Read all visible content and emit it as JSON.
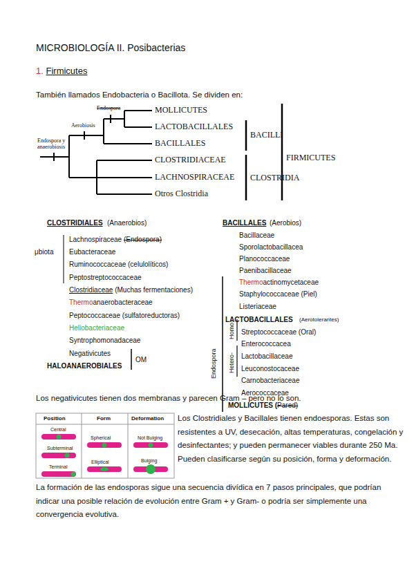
{
  "diagram": {
    "title": "MICROBIOLOGÍA II. Posibacterias",
    "labels": [
      "1. Firmicutes",
      "También llamados Endobacteria o Bacillota. Se dividen en:",
      "Endospora",
      "Aerobiosis",
      "Endospora y anaerobiosis",
      "MOLLICUTES",
      "LACTOBACILLALES",
      "BACILLALES",
      "CLOSTRIDIACEAE",
      "LACHNOSPIRACEAE",
      "Otros Clostridia",
      "BACILLI",
      "CLOSTRIDIA",
      "FIRMICUTES",
      "CLOSTRIDIALES",
      "(Anaerobios)",
      "μbiota",
      "Lachnospiraceae (Endospora)",
      "Eubacteraceae",
      "Ruminococcaceae (celulolíticos)",
      "Peptostreptococcaceae",
      "Clostridiaceae (Muchas fermentaciones)",
      "Thermoanaerobacteraceae",
      "Peptococcaceae (sulfatoreductoras)",
      "Heliobacteriaceae",
      "Syntrophomonadaceae",
      "Negativicutes",
      "OM",
      "HALOANAEROBIALES",
      "BACILLALES",
      "(Aerobios)",
      "Bacillaceae",
      "Sporolactobacillacea",
      "Planococcaceae",
      "Paenibacillaceae",
      "Thermoactinomycetaceae",
      "Staphylococcaceae (Piel)",
      "Listeriaceae",
      "LACTOBACILLALES",
      "(Aerotolerantes)",
      "Endospora",
      "Homo-",
      "Hetero-",
      "Streptococcaceae (Oral)",
      "Enterococcacea",
      "Lactobacillaceae",
      "Leuconostocaceae",
      "Carnobacteriaceae",
      "Aerococcaceae",
      "MOLLICUTES (Pared)",
      "Los negativicutes tienen dos membranas y parecen Gram – pero no lo son.",
      "Position",
      "Form",
      "Deformation",
      "Central",
      "Subterminal",
      "Terminal",
      "Spherical",
      "Elliptical",
      "Not Bulging",
      "Bulging",
      "Los Clostridiales y Bacillales tienen endoesporas. Estas son resistentes a UV, desecación, altas temperaturas, congelación y desinfectantes; y pueden permanecer viables durante 250 Ma. Pueden clasificarse según su posición, forma y deformación.",
      "La formación de las endosporas sigue una secuencia divídica en 7 pasos principales, que podrían indicar una posible relación de evolución entre Gram + y Gram- o podría ser simplemente una convergencia evolutiva."
    ]
  }
}
